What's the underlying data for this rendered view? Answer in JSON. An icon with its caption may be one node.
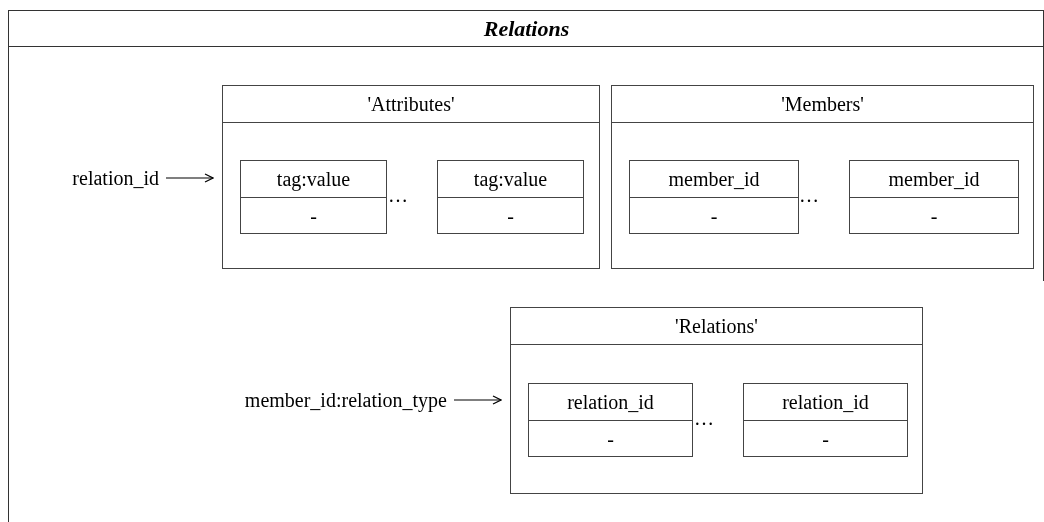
{
  "diagram": {
    "nodes": [
      {
        "text": [
          "Relations"
        ]
      },
      {
        "text": [
          "relation_id"
        ],
        "in": 0
      },
      {
        "text": [
          "'Attributes'"
        ],
        "in": 0
      },
      {
        "text": [
          "tag:value",
          "-"
        ],
        "in": 2
      },
      {
        "text": [
          "tag:value",
          "-"
        ],
        "in": 2
      },
      {
        "text": [
          "'Members'"
        ],
        "in": 0
      },
      {
        "text": [
          "member_id",
          "-"
        ],
        "in": 5
      },
      {
        "text": [
          "member_id",
          "-"
        ],
        "in": 5
      },
      {
        "text": [
          "member_id:relation_type"
        ],
        "in": 0
      },
      {
        "text": [
          "'Relations'"
        ],
        "in": 0
      },
      {
        "text": [
          "relation_id",
          "-"
        ],
        "in": 9
      },
      {
        "text": [
          "relation_id",
          "-"
        ],
        "in": 9
      }
    ],
    "edges": [
      {
        "from": 1,
        "to": 2,
        "arrow": "to"
      },
      {
        "from": 8,
        "to": 9,
        "arrow": "to"
      }
    ],
    "labels": [
      "…",
      "…",
      "…"
    ]
  }
}
